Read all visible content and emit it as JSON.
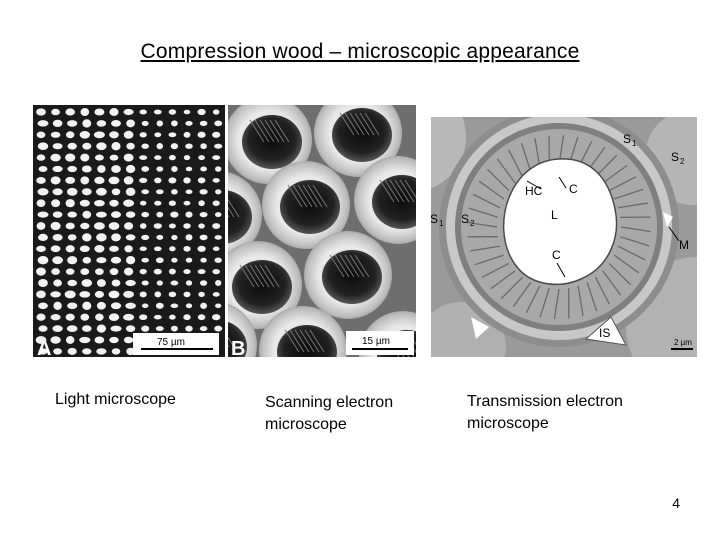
{
  "slide": {
    "title": "Compression wood – microscopic appearance",
    "page_number": "4"
  },
  "panels": {
    "a": {
      "letter": "A",
      "scale_label": "75 µm"
    },
    "b": {
      "letter": "B",
      "scale_label": "15 µm"
    },
    "c": {
      "labels": {
        "s1_top": "S",
        "s1_top_sub": "1",
        "s2_right": "S",
        "s2_right_sub": "2",
        "hc": "HC",
        "c_top": "C",
        "l": "L",
        "s1_left": "S",
        "s1_left_sub": "1",
        "s2_left": "S",
        "s2_left_sub": "2",
        "c_bottom": "C",
        "m": "M",
        "is": "IS",
        "scale": "2 µm"
      }
    }
  },
  "captions": {
    "light": "Light microscope",
    "sem_line1": "Scanning electron",
    "sem_line2": "microscope",
    "tem_line1": "Transmission electron",
    "tem_line2": "microscope"
  }
}
